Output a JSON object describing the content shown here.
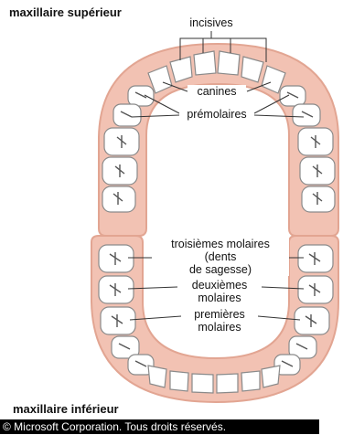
{
  "upper_jaw_title": "maxillaire supérieur",
  "lower_jaw_title": "maxillaire inférieur",
  "labels": {
    "incisives": "incisives",
    "canines": "canines",
    "premolaires": "prémolaires",
    "troisiemes_molaires": [
      "troisièmes molaires",
      "(dents",
      "de sagesse)"
    ],
    "deuxiemes_molaires": [
      "deuxièmes",
      "molaires"
    ],
    "premieres_molaires": [
      "premières",
      "molaires"
    ]
  },
  "copyright": "© Microsoft Corporation. Tous droits réservés.",
  "colors": {
    "gum": "#f2c2b3",
    "gum_edge": "#e2a592",
    "tooth": "#ffffff",
    "tooth_edge": "#8a8a8a",
    "groove": "#555555"
  }
}
